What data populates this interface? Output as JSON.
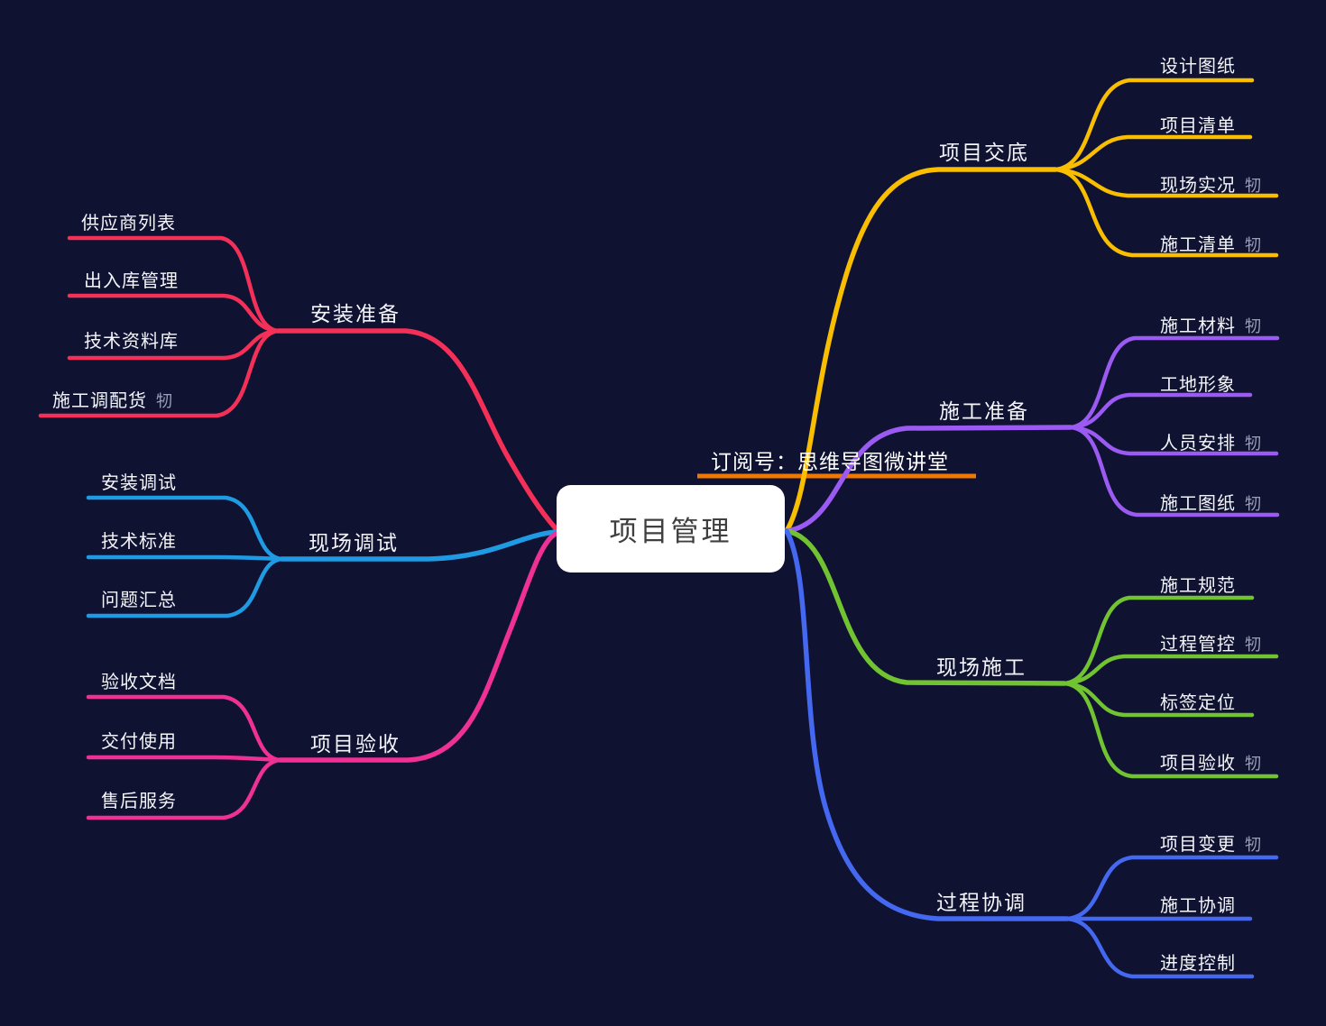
{
  "colors": {
    "background": "#0f1231",
    "node_bg": "#ffffff",
    "node_text": "#3f3f3f",
    "label_text": "#f4f5fa",
    "icon_gray": "#9aa0b8",
    "watermark_underline": "#f07800"
  },
  "center": {
    "label": "项目管理"
  },
  "watermark": {
    "text": "订阅号：思维导图微讲堂"
  },
  "icon_glyph": "牣",
  "branches": [
    {
      "label": "项目交底",
      "color": "#f9be00",
      "children": [
        {
          "label": "设计图纸"
        },
        {
          "label": "项目清单"
        },
        {
          "label": "现场实况",
          "icon": true
        },
        {
          "label": "施工清单",
          "icon": true
        }
      ]
    },
    {
      "label": "施工准备",
      "color": "#9b5bf2",
      "children": [
        {
          "label": "施工材料",
          "icon": true
        },
        {
          "label": "工地形象"
        },
        {
          "label": "人员安排",
          "icon": true
        },
        {
          "label": "施工图纸",
          "icon": true
        }
      ]
    },
    {
      "label": "现场施工",
      "color": "#71c331",
      "children": [
        {
          "label": "施工规范"
        },
        {
          "label": "过程管控",
          "icon": true
        },
        {
          "label": "标签定位"
        },
        {
          "label": "项目验收",
          "icon": true
        }
      ]
    },
    {
      "label": "过程协调",
      "color": "#4468ef",
      "children": [
        {
          "label": "项目变更",
          "icon": true
        },
        {
          "label": "施工协调"
        },
        {
          "label": "进度控制"
        }
      ]
    },
    {
      "label": "安装准备",
      "color": "#f43059",
      "children": [
        {
          "label": "供应商列表"
        },
        {
          "label": "出入库管理"
        },
        {
          "label": "技术资料库"
        },
        {
          "label": "施工调配货",
          "icon": true
        }
      ]
    },
    {
      "label": "现场调试",
      "color": "#1f9be4",
      "children": [
        {
          "label": "安装调试"
        },
        {
          "label": "技术标准"
        },
        {
          "label": "问题汇总"
        }
      ]
    },
    {
      "label": "项目验收",
      "color": "#ef3195",
      "children": [
        {
          "label": "验收文档"
        },
        {
          "label": "交付使用"
        },
        {
          "label": "售后服务"
        }
      ]
    }
  ]
}
